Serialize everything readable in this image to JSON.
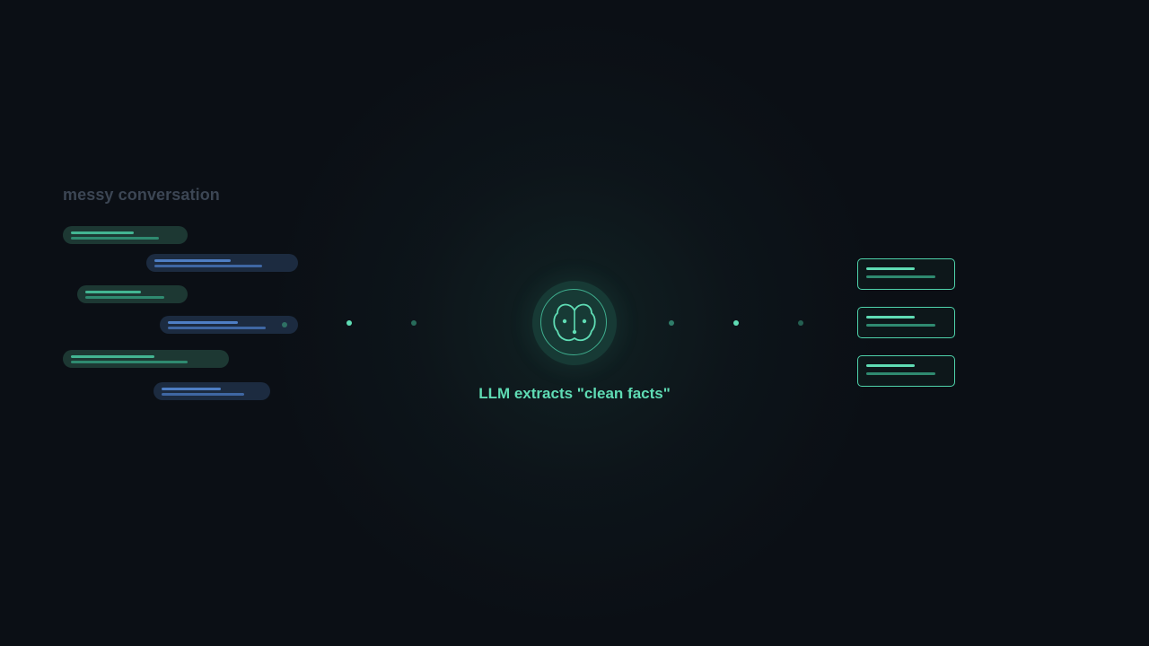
{
  "input": {
    "label": "messy conversation"
  },
  "llm": {
    "caption": "LLM extracts \"clean facts\"",
    "icon": "brain-icon"
  },
  "output": {
    "fact_count": 3
  },
  "colors": {
    "background": "#0b0f15",
    "accent": "#5fdcb4",
    "muted_label": "#3c4654",
    "bubble_green": "#1d3833",
    "bubble_blue": "#1c2b40",
    "card_border": "#4fd3ab"
  }
}
